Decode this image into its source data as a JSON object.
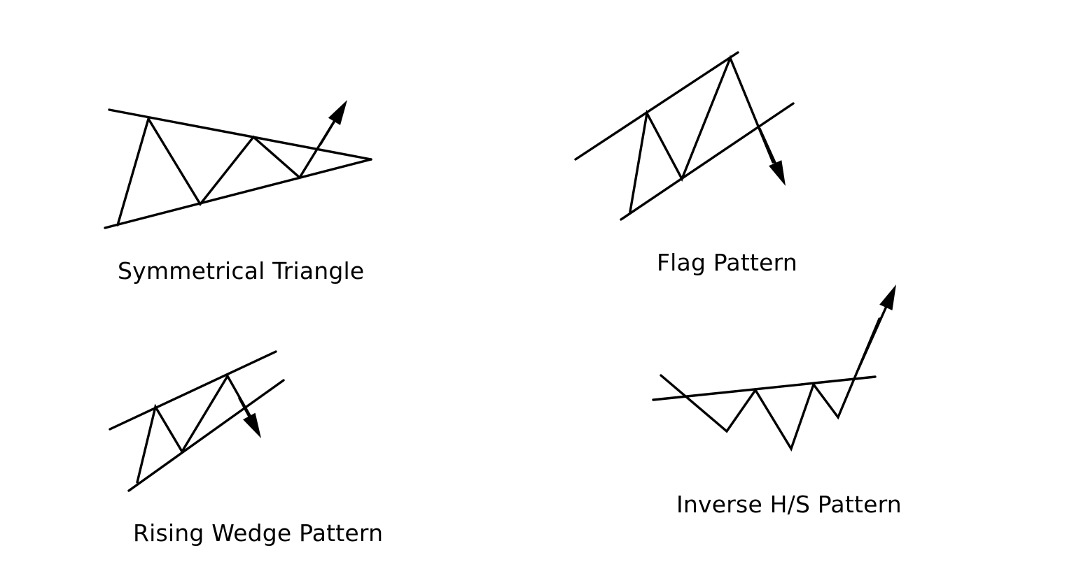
{
  "colors": {
    "background": "#ffffff",
    "ink": "#000000"
  },
  "patterns": [
    {
      "id": "symmetrical-triangle",
      "label": "Symmetrical Triangle",
      "breakout": "up"
    },
    {
      "id": "flag-pattern",
      "label": "Flag Pattern",
      "breakout": "down"
    },
    {
      "id": "rising-wedge-pattern",
      "label": "Rising Wedge Pattern",
      "breakout": "down"
    },
    {
      "id": "inverse-hs-pattern",
      "label": "Inverse H/S Pattern",
      "breakout": "up"
    }
  ]
}
